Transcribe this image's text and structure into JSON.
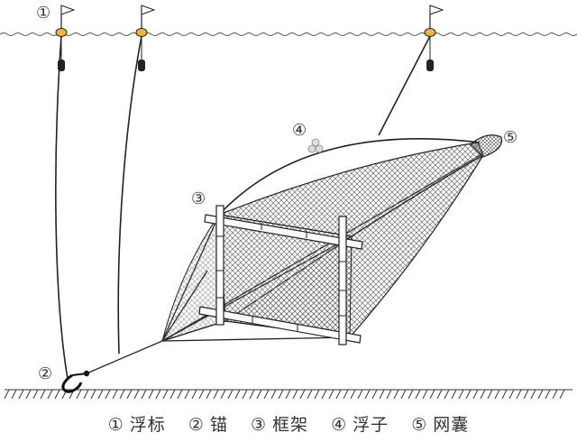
{
  "callouts": {
    "float_number": "①",
    "anchor_number": "②",
    "frame_number": "③",
    "buoy_number": "④",
    "cod_end_number": "⑤"
  },
  "legend": [
    {
      "number": "①",
      "label": "浮标"
    },
    {
      "number": "②",
      "label": "锚"
    },
    {
      "number": "③",
      "label": "框架"
    },
    {
      "number": "④",
      "label": "浮子"
    },
    {
      "number": "⑤",
      "label": "网囊"
    }
  ],
  "colors": {
    "line": "#222222",
    "float_body": "#e8b83a",
    "net_mesh": "#6e6e6e",
    "bamboo": "#ffffff"
  }
}
